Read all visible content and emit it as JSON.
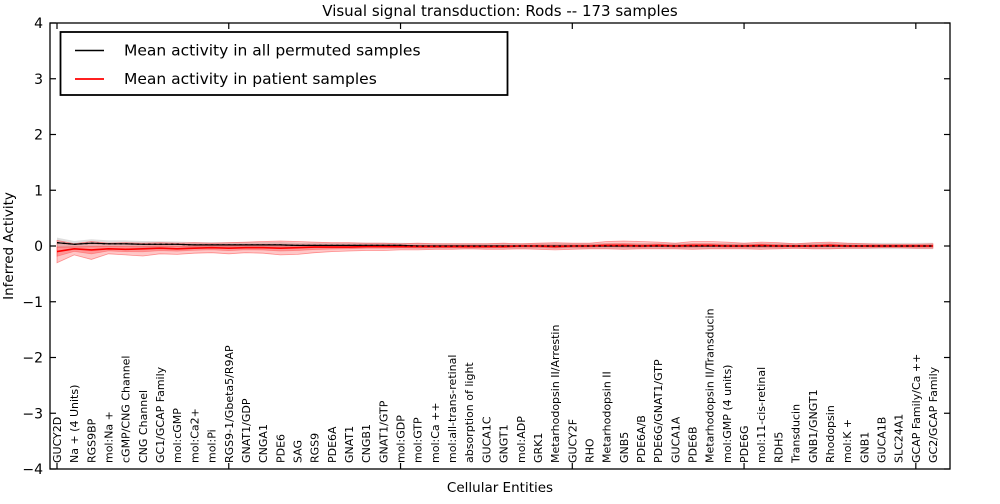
{
  "chart_data": {
    "type": "line",
    "title": "Visual signal transduction: Rods -- 173 samples",
    "xlabel": "Cellular Entities",
    "ylabel": "Inferred Activity",
    "ylim": [
      -4,
      4
    ],
    "grid": false,
    "legend_position": "upper-left",
    "legend": [
      {
        "label": "Mean activity in all permuted samples",
        "color": "#000000"
      },
      {
        "label": "Mean activity in patient samples",
        "color": "#ff0000"
      }
    ],
    "yticks": [
      {
        "v": 4,
        "label": "4"
      },
      {
        "v": 3,
        "label": "3"
      },
      {
        "v": 2,
        "label": "2"
      },
      {
        "v": 1,
        "label": "1"
      },
      {
        "v": 0,
        "label": "0"
      },
      {
        "v": -1,
        "label": "−1"
      },
      {
        "v": -2,
        "label": "−2"
      },
      {
        "v": -3,
        "label": "−3"
      },
      {
        "v": -4,
        "label": "−4"
      }
    ],
    "xticks_major_index": [
      0,
      10,
      20,
      30,
      40,
      50
    ],
    "categories": [
      "GUCY2D",
      "Na + (4 Units)",
      "RGS9BP",
      "mol:Na +",
      "cGMP/CNG Channel",
      "CNG Channel",
      "GC1/GCAP Family",
      "mol:cGMP",
      "mol:Ca2+",
      "mol:Pi",
      "RGS9-1/Gbeta5/R9AP",
      "GNAT1/GDP",
      "CNGA1",
      "PDE6",
      "SAG",
      "RGS9",
      "PDE6A",
      "GNAT1",
      "CNGB1",
      "GNAT1/GTP",
      "mol:GDP",
      "mol:GTP",
      "mol:Ca ++",
      "mol:all-trans-retinal",
      "absorption of light",
      "GUCA1C",
      "GNGT1",
      "mol:ADP",
      "GRK1",
      "Metarhodopsin II/Arrestin",
      "GUCY2F",
      "RHO",
      "Metarhodopsin II",
      "GNB5",
      "PDE6A/B",
      "PDE6G/GNAT1/GTP",
      "GUCA1A",
      "PDE6B",
      "Metarhodopsin II/Transducin",
      "mol:GMP (4 units)",
      "PDE6G",
      "mol:11-cis-retinal",
      "RDH5",
      "Transducin",
      "GNB1/GNGT1",
      "Rhodopsin",
      "mol:K +",
      "GNB1",
      "GUCA1B",
      "SLC24A1",
      "GCAP Family/Ca ++",
      "GC2/GCAP Family"
    ],
    "series": [
      {
        "name": "Mean activity in all permuted samples",
        "color": "#000000",
        "values": [
          0.06,
          0.03,
          0.05,
          0.04,
          0.04,
          0.03,
          0.03,
          0.03,
          0.02,
          0.02,
          0.02,
          0.02,
          0.02,
          0.02,
          0.01,
          0.01,
          0.01,
          0.01,
          0.01,
          0.01,
          0.01,
          0.0,
          0.0,
          0.0,
          0.0,
          0.0,
          0.0,
          0.0,
          0.0,
          0.0,
          0.0,
          0.0,
          0.0,
          0.0,
          0.0,
          0.0,
          0.0,
          0.0,
          0.0,
          0.0,
          0.0,
          0.0,
          0.0,
          0.0,
          0.0,
          0.0,
          0.0,
          0.0,
          0.0,
          0.0,
          0.0,
          0.0
        ]
      },
      {
        "name": "Mean activity in patient samples",
        "color": "#ff0000",
        "values": [
          -0.1,
          -0.05,
          -0.07,
          -0.05,
          -0.06,
          -0.05,
          -0.04,
          -0.05,
          -0.04,
          -0.03,
          -0.04,
          -0.03,
          -0.03,
          -0.04,
          -0.03,
          -0.02,
          -0.02,
          -0.02,
          -0.01,
          -0.01,
          -0.01,
          -0.01,
          -0.01,
          -0.01,
          -0.01,
          -0.01,
          -0.01,
          0.0,
          0.0,
          -0.01,
          0.0,
          0.0,
          0.01,
          0.01,
          0.0,
          0.01,
          0.0,
          0.01,
          0.01,
          0.0,
          0.0,
          0.01,
          0.0,
          0.0,
          0.0,
          0.01,
          0.0,
          0.0,
          0.0,
          0.0,
          0.0,
          0.0
        ]
      }
    ],
    "bands": {
      "patient_band_upper": [
        0.1,
        0.04,
        0.08,
        0.05,
        0.06,
        0.05,
        0.06,
        0.05,
        0.06,
        0.05,
        0.06,
        0.07,
        0.08,
        0.09,
        0.08,
        0.07,
        0.06,
        0.06,
        0.05,
        0.05,
        0.04,
        0.05,
        0.04,
        0.04,
        0.04,
        0.04,
        0.05,
        0.04,
        0.05,
        0.06,
        0.05,
        0.05,
        0.08,
        0.09,
        0.08,
        0.07,
        0.05,
        0.08,
        0.08,
        0.07,
        0.05,
        0.07,
        0.06,
        0.04,
        0.06,
        0.07,
        0.05,
        0.04,
        0.03,
        0.03,
        0.03,
        0.04
      ],
      "patient_band_lower": [
        -0.3,
        -0.16,
        -0.24,
        -0.14,
        -0.16,
        -0.18,
        -0.14,
        -0.15,
        -0.13,
        -0.12,
        -0.14,
        -0.12,
        -0.13,
        -0.16,
        -0.15,
        -0.12,
        -0.1,
        -0.09,
        -0.08,
        -0.08,
        -0.07,
        -0.07,
        -0.06,
        -0.06,
        -0.05,
        -0.06,
        -0.06,
        -0.05,
        -0.06,
        -0.07,
        -0.06,
        -0.05,
        -0.05,
        -0.06,
        -0.05,
        -0.05,
        -0.05,
        -0.06,
        -0.05,
        -0.05,
        -0.05,
        -0.06,
        -0.05,
        -0.04,
        -0.05,
        -0.05,
        -0.04,
        -0.04,
        -0.03,
        -0.03,
        -0.04,
        -0.04
      ],
      "permuted_band_halfwidth": [
        0.09,
        0.06,
        0.07,
        0.06,
        0.06,
        0.06,
        0.055,
        0.05,
        0.05,
        0.05,
        0.05,
        0.05,
        0.05,
        0.05,
        0.05,
        0.05,
        0.05,
        0.05,
        0.05,
        0.05,
        0.05,
        0.05,
        0.05,
        0.05,
        0.05,
        0.05,
        0.05,
        0.05,
        0.05,
        0.05,
        0.05,
        0.05,
        0.05,
        0.05,
        0.05,
        0.05,
        0.05,
        0.05,
        0.05,
        0.05,
        0.05,
        0.05,
        0.05,
        0.05,
        0.055,
        0.055,
        0.055,
        0.055,
        0.055,
        0.055,
        0.055,
        0.06
      ]
    },
    "colors": {
      "patient_band_fill": "#ff0000",
      "permuted_band_fill": "#999999",
      "axis": "#000000",
      "background": "#ffffff"
    }
  }
}
